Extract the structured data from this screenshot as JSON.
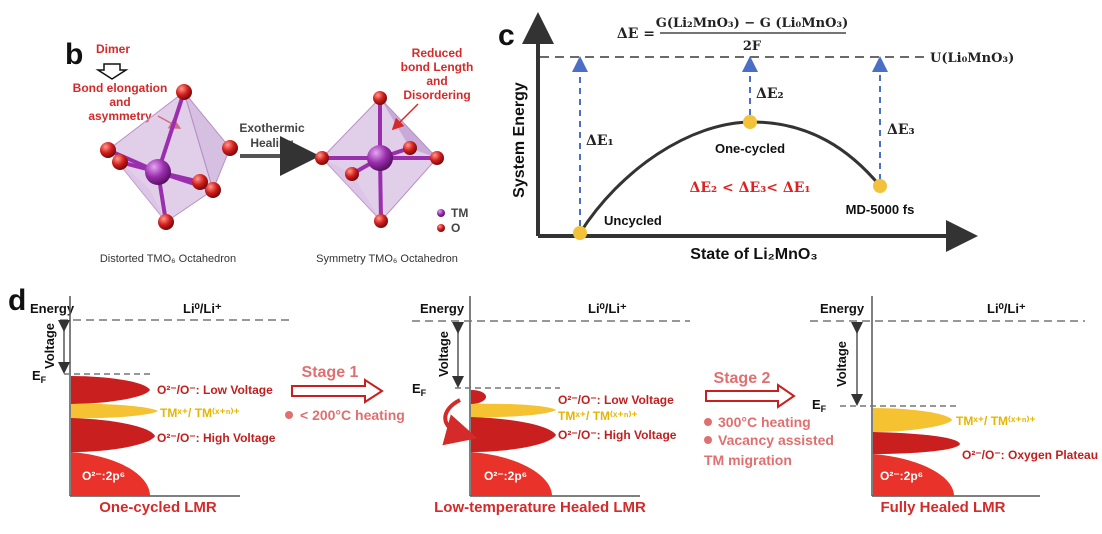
{
  "panel_b": {
    "letter": "b",
    "dimer": "Dimer",
    "bond_elongation": [
      "Bond elongation",
      "and",
      "asymmetry"
    ],
    "reduced": [
      "Reduced",
      "bond Length",
      "and",
      "Disordering"
    ],
    "exothermic": [
      "Exothermic",
      "Healing"
    ],
    "distorted_label": "Distorted TMO₆ Octahedron",
    "symmetry_label": "Symmetry TMO₆ Octahedron",
    "legend_tm": "TM",
    "legend_o": "O"
  },
  "panel_c": {
    "letter": "c",
    "ylabel": "System Energy",
    "xlabel": "State of Li₂MnO₃",
    "formula_lhs": "ΔE =",
    "formula_num": "G(Li₂MnO₃) − G (Li₀MnO₃)",
    "formula_den": "2F",
    "u_label": "U(Li₀MnO₃)",
    "de1": "ΔE₁",
    "de2": "ΔE₂",
    "de3": "ΔE₃",
    "inequality": "ΔE₂ < ΔE₃< ΔE₁",
    "points": [
      "Uncycled",
      "One-cycled",
      "MD-5000 fs"
    ]
  },
  "panel_d": {
    "letter": "d",
    "energy": "Energy",
    "li_ref": "Li⁰/Li⁺",
    "voltage": "Voltage",
    "ef": "E",
    "ef_sub": "F",
    "o_low": "O²⁻/O⁻: Low Voltage",
    "tm_pair": "TMˣ⁺/ TM⁽ˣ⁺ⁿ⁾⁺",
    "o_high": "O²⁻/O⁻: High Voltage",
    "o2p6": "O²⁻:2p⁶",
    "o_plateau": "O²⁻/O⁻: Oxygen Plateau",
    "stage1": "Stage 1",
    "stage1_step": "< 200°C heating",
    "stage2": "Stage 2",
    "stage2_steps": [
      "300°C heating",
      "Vacancy assisted",
      "TM migration"
    ],
    "titles": [
      "One-cycled  LMR",
      "Low-temperature  Healed LMR",
      "Fully Healed  LMR"
    ]
  },
  "colors": {
    "octahedron": "#c9a6d6",
    "tm_atom": "#8a2a9a",
    "o_atom": "#d21e1e",
    "curve": "#333333",
    "point": "#f2c23a",
    "dashed_blue": "#4a6fc4",
    "band_red": "#c91f1f",
    "band_yellow": "#f5c232",
    "band_core": "#e8322a",
    "stage_text": "#e07070"
  }
}
